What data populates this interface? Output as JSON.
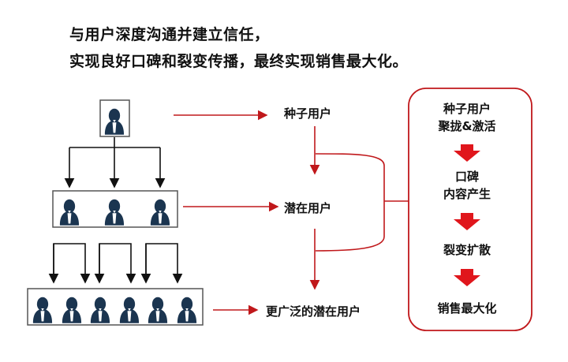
{
  "headline": {
    "line1": "与用户深度沟通并建立信任，",
    "line2": "实现良好口碑和裂变传播，最终实现销售最大化。"
  },
  "tiers": {
    "seed": "种子用户",
    "potential": "潜在用户",
    "broader": "更广泛的潜在用户"
  },
  "flow": {
    "step1_line1": "种子用户",
    "step1_line2": "聚拢&激活",
    "step2_line1": "口碑",
    "step2_line2": "内容产生",
    "step3": "裂变扩散",
    "step4": "销售最大化"
  },
  "colors": {
    "red": "#c0181b",
    "person": "#1b3550",
    "box_border": "#555555"
  },
  "icons": [
    "person-icon",
    "down-arrow-icon",
    "right-arrow-icon"
  ]
}
